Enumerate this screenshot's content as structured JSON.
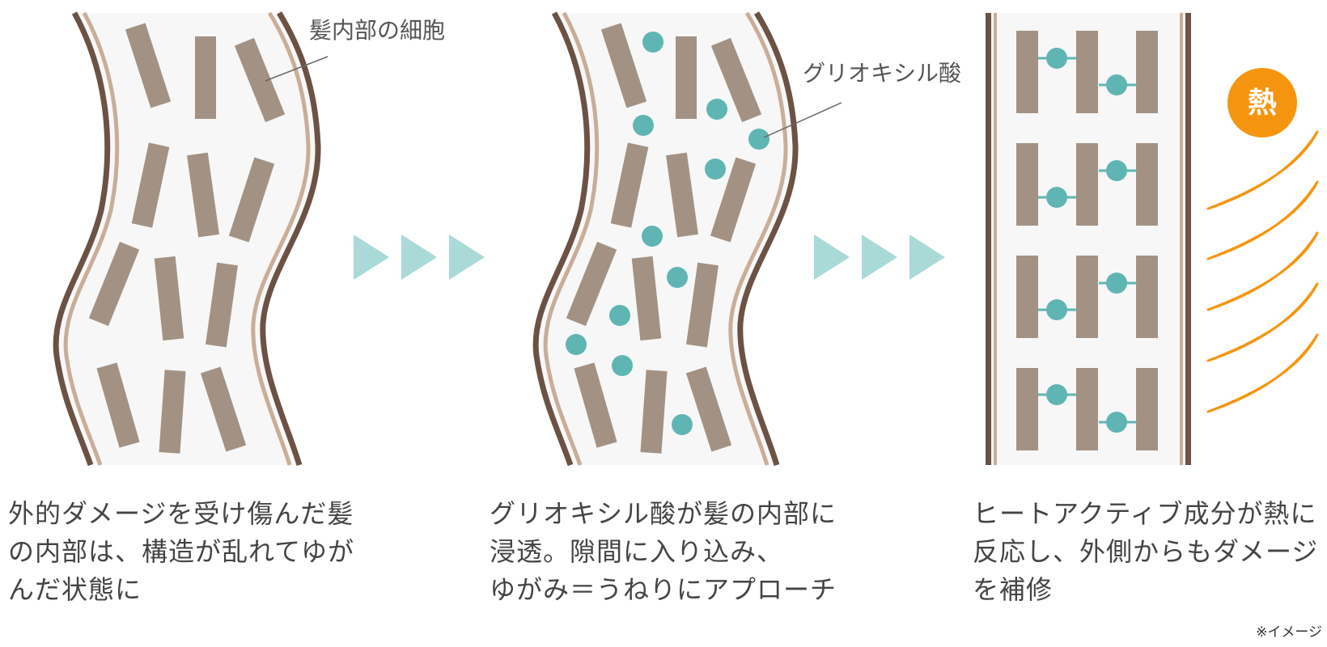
{
  "labels": {
    "cells": "髪内部の細胞",
    "acid": "グリオキシル酸",
    "heat": "熱"
  },
  "captions": [
    {
      "lines": [
        "外的ダメージを受け傷んだ髪",
        "の内部は、構造が乱れてゆが",
        "んだ状態に"
      ]
    },
    {
      "lines": [
        "グリオキシル酸が髪の内部に",
        "浸透。隙間に入り込み、",
        "ゆがみ＝うねりにアプローチ"
      ]
    },
    {
      "lines": [
        "ヒートアクティブ成分が熱に",
        "反応し、外側からもダメージ",
        "を補修"
      ]
    }
  ],
  "note": "※イメージ",
  "colors": {
    "hair_outer": "#6b5244",
    "hair_inner_line": "#c9ad98",
    "hair_fill": "#f7f7f7",
    "cell": "#a39283",
    "molecule": "#5fb5b3",
    "arrow": "#a9dad8",
    "heat": "#f5950f"
  }
}
